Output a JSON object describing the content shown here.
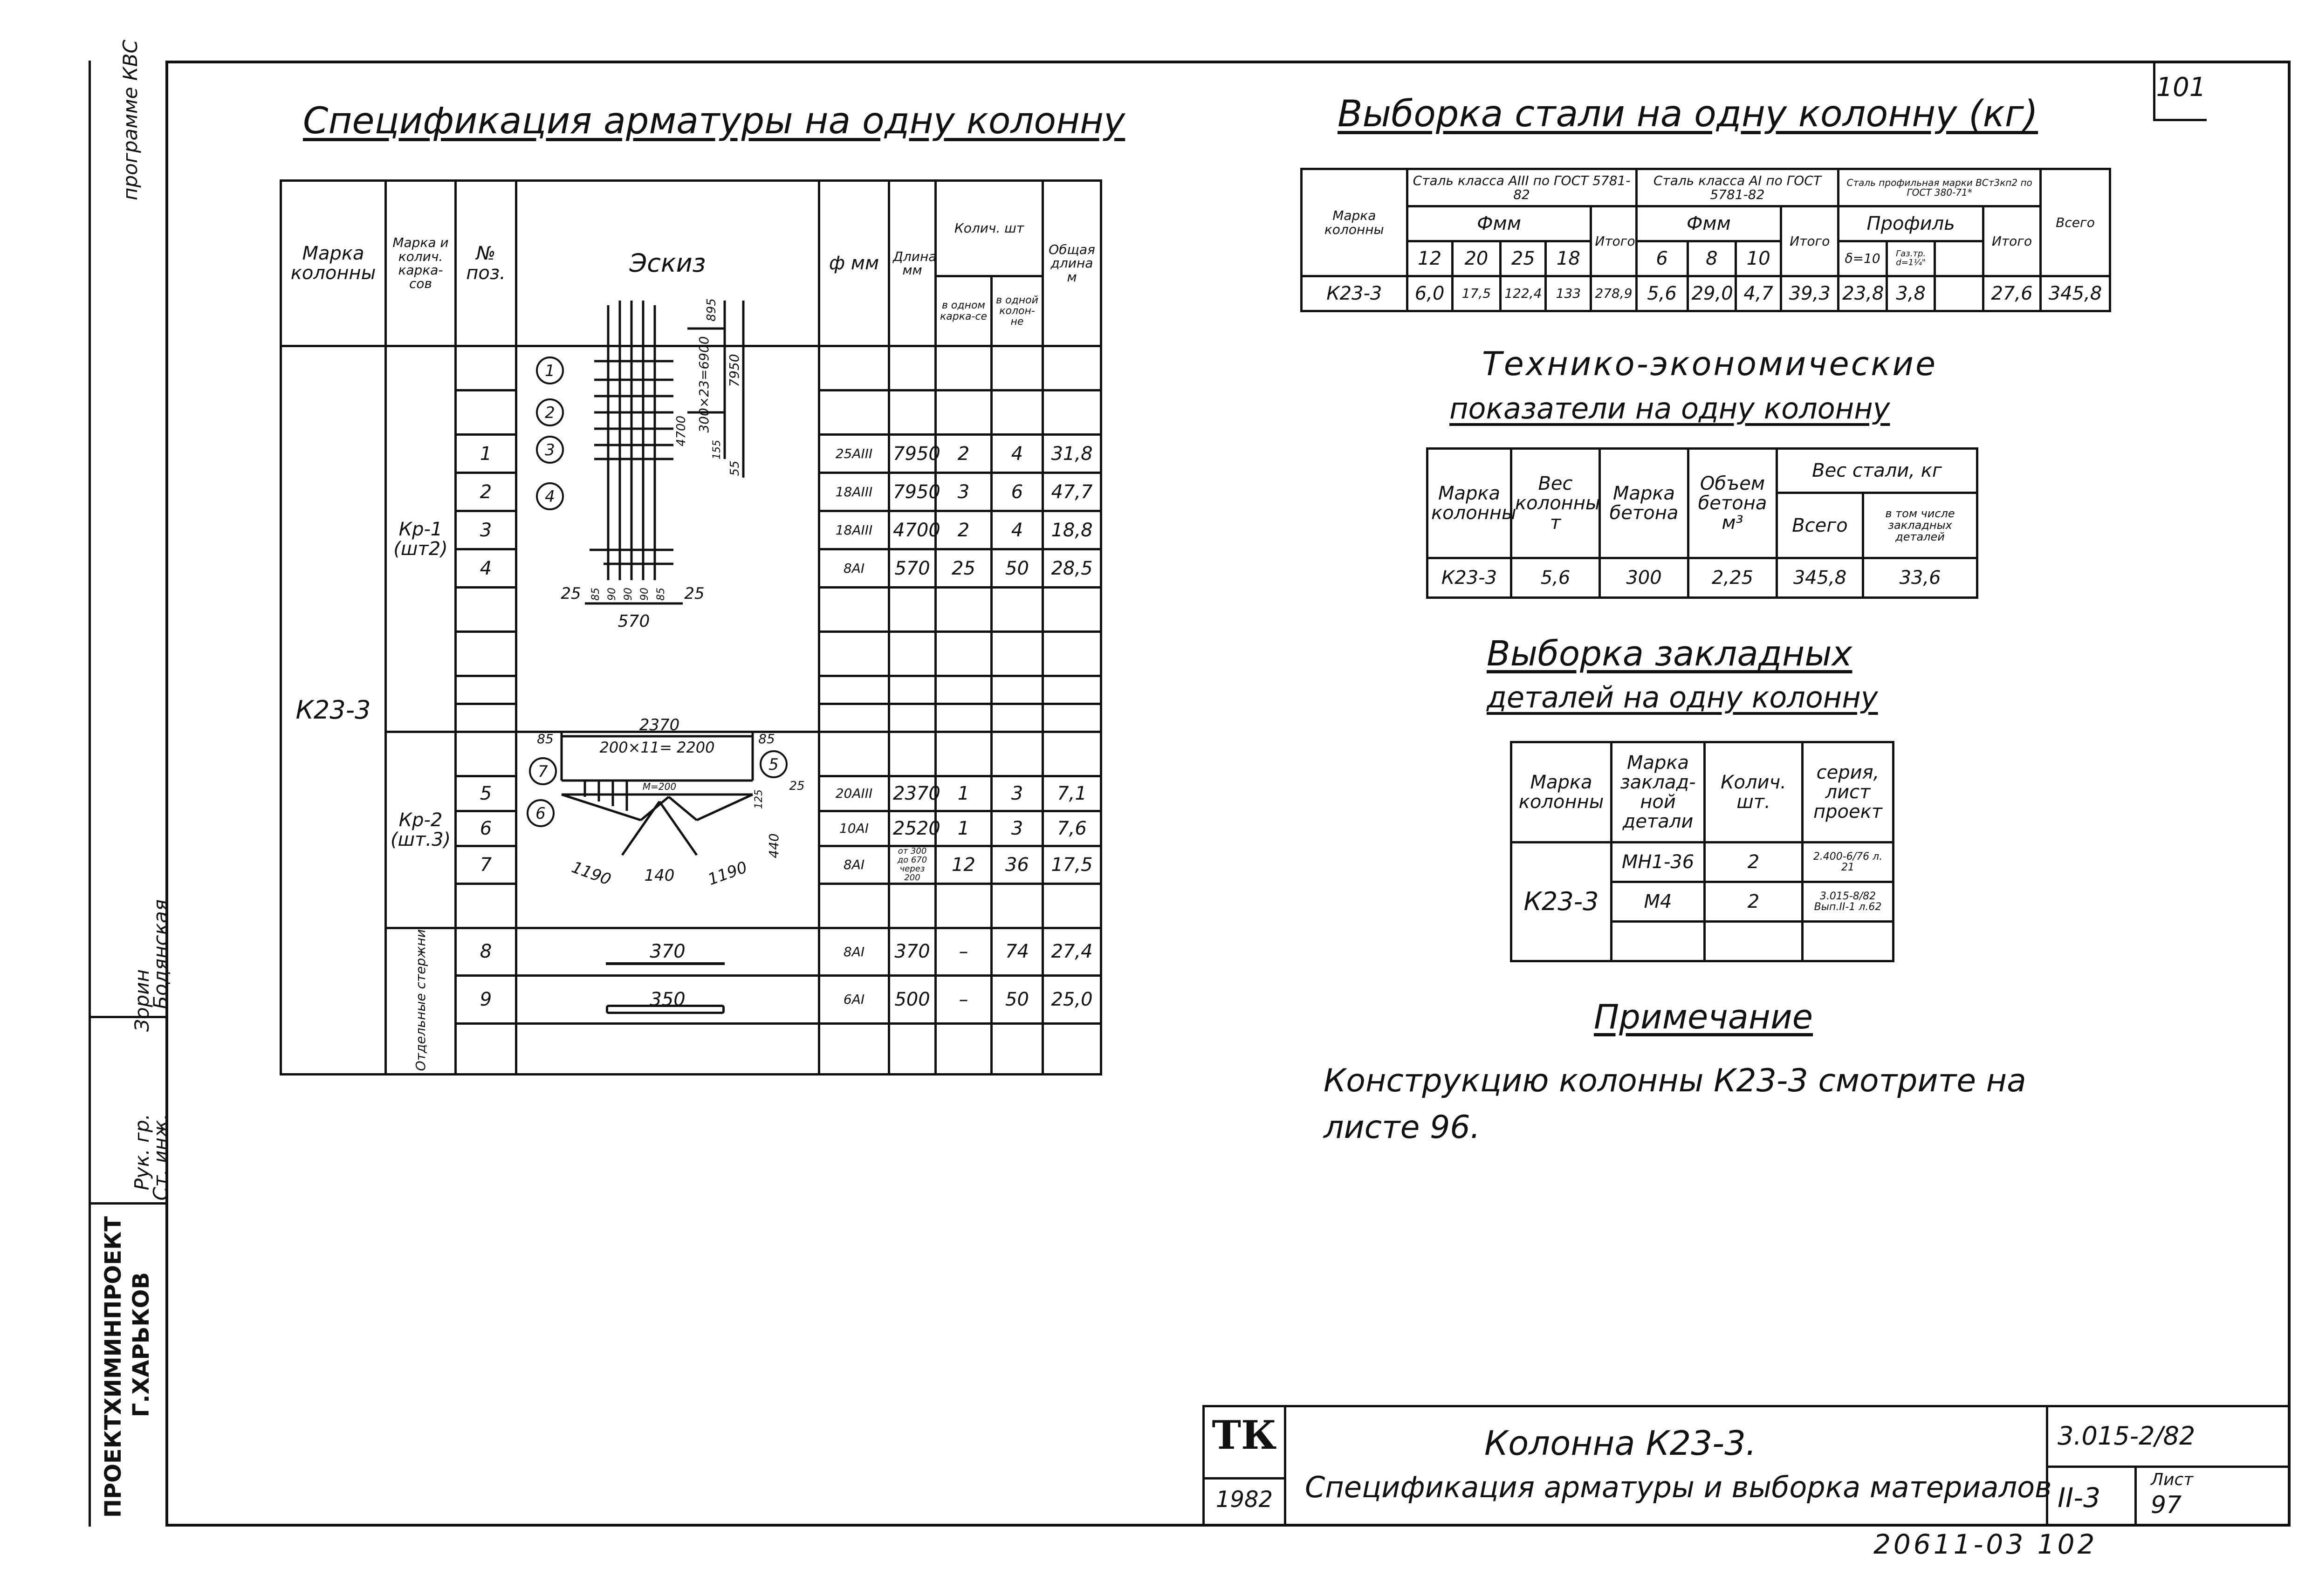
{
  "page_number": "101",
  "left_strip": {
    "org_line1": "ПРОЕКТХИМИНПРОЕКТ",
    "org_line2": "Г.ХАРЬКОВ",
    "role1": "Рук. гр.",
    "name1": "Зорин",
    "role2": "Ст. инж.",
    "name2": "Бодянская",
    "program": "программе КВС"
  },
  "spec": {
    "title": "Спецификация арматуры на одну колонну",
    "headers": {
      "mark": "Марка колонны",
      "frame_mark": "Марка и колич. карка-сов",
      "pos": "№ поз.",
      "sketch": "Эскиз",
      "diam": "ф мм",
      "length": "Длина мм",
      "qty": "Колич. шт",
      "qty_frame": "в одном карка-се",
      "qty_column": "в одной колон-не",
      "total": "Общая длина м"
    },
    "column_mark": "К23-3",
    "groups": [
      {
        "label": "Кр-1 (шт2)",
        "rows": [
          {
            "pos": "1",
            "diam": "25АIII",
            "len": "7950",
            "q1": "2",
            "q2": "4",
            "total": "31,8"
          },
          {
            "pos": "2",
            "diam": "18АIII",
            "len": "7950",
            "q1": "3",
            "q2": "6",
            "total": "47,7"
          },
          {
            "pos": "3",
            "diam": "18АIII",
            "len": "4700",
            "q1": "2",
            "q2": "4",
            "total": "18,8"
          },
          {
            "pos": "4",
            "diam": "8АI",
            "len": "570",
            "q1": "25",
            "q2": "50",
            "total": "28,5"
          }
        ]
      },
      {
        "label": "Кр-2 (шт.3)",
        "rows": [
          {
            "pos": "5",
            "diam": "20АIII",
            "len": "2370",
            "q1": "1",
            "q2": "3",
            "total": "7,1"
          },
          {
            "pos": "6",
            "diam": "10АI",
            "len": "2520",
            "q1": "1",
            "q2": "3",
            "total": "7,6"
          },
          {
            "pos": "7",
            "diam": "8АI",
            "len": "от 300 до 670 через 200",
            "q1": "12",
            "q2": "36",
            "total": "17,5"
          }
        ]
      },
      {
        "label": "Отдельные стержни",
        "rows": [
          {
            "pos": "8",
            "diam": "8АI",
            "len": "370",
            "q1": "–",
            "q2": "74",
            "total": "27,4"
          },
          {
            "pos": "9",
            "diam": "6АI",
            "len": "500",
            "q1": "–",
            "q2": "50",
            "total": "25,0"
          }
        ]
      }
    ],
    "sketch1": {
      "d1": "895",
      "d2": "300×23=6900",
      "d3": "7950",
      "d4": "4700",
      "d5": "155",
      "d6": "55",
      "w_left": "25",
      "w_right": "25",
      "spacings": [
        "85",
        "90",
        "90",
        "90",
        "85"
      ],
      "width": "570",
      "callouts": [
        "1",
        "2",
        "3",
        "4"
      ]
    },
    "sketch2": {
      "top": "2370",
      "inner": "200×11= 2200",
      "left": "85",
      "right": "85",
      "h1": "125",
      "h2": "25",
      "v": "440",
      "b1": "1190",
      "b2": "140",
      "b3": "1190",
      "angle": "М=200",
      "callouts": [
        "5",
        "6",
        "7"
      ]
    },
    "sketch8": "370",
    "sketch9": "350"
  },
  "steel": {
    "title": "Выборка стали на одну колонну  (кг)",
    "hdr_mark": "Марка колонны",
    "hdr_a3": "Сталь класса АIII по ГОСТ 5781-82",
    "hdr_a1": "Сталь класса АI по ГОСТ 5781-82",
    "hdr_prof": "Сталь профильная марки ВСт3кп2 по ГОСТ 380-71*",
    "hdr_phi": "Фмм",
    "hdr_profile": "Профиль",
    "hdr_total": "Итого",
    "hdr_all": "Всего",
    "a3_diams": [
      "12",
      "20",
      "25",
      "18"
    ],
    "a1_diams": [
      "6",
      "8",
      "10"
    ],
    "prof_cols": [
      "δ=10",
      "Газ.тр. d=1¼\""
    ],
    "row": {
      "mark": "К23-3",
      "a3": [
        "6,0",
        "17,5",
        "122,4",
        "133"
      ],
      "a3_total": "278,9",
      "a1": [
        "5,6",
        "29,0",
        "4,7"
      ],
      "a1_total": "39,3",
      "prof": [
        "23,8",
        "3,8",
        ""
      ],
      "prof_total": "27,6",
      "all": "345,8"
    }
  },
  "tech": {
    "title1": "Технико-экономические",
    "title2": "показатели на одну колонну",
    "h_mark": "Марка колонны",
    "h_weight": "Вес колонны т",
    "h_concrete": "Марка бетона",
    "h_volume": "Объем бетона м³",
    "h_steel": "Вес стали, кг",
    "h_all": "Всего",
    "h_emb": "в том числе закладных деталей",
    "row": {
      "mark": "К23-3",
      "weight": "5,6",
      "concrete": "300",
      "volume": "2,25",
      "all": "345,8",
      "emb": "33,6"
    }
  },
  "emb": {
    "title1": "Выборка закладных",
    "title2": "деталей на одну колонну",
    "h_mark": "Марка колонны",
    "h_part": "Марка заклад-ной детали",
    "h_qty": "Колич. шт.",
    "h_ref": "серия, лист проект",
    "mark": "К23-3",
    "rows": [
      {
        "part": "МН1-36",
        "qty": "2",
        "ref": "2.400-6/76 л. 21"
      },
      {
        "part": "М4",
        "qty": "2",
        "ref": "3.015-8/82 Вып.II-1 л.62"
      }
    ]
  },
  "note": {
    "title": "Примечание",
    "text1": "Конструкцию колонны К23-3 смотрите на",
    "text2": "листе 96."
  },
  "stamp": {
    "tk": "ТК",
    "year": "1982",
    "title1": "Колонна К23-3.",
    "title2": "Спецификация арматуры и выборка материалов",
    "series": "3.015-2/82",
    "section": "II-3",
    "sheet_label": "Лист",
    "sheet_no": "97"
  },
  "archive": "20611-03  102"
}
